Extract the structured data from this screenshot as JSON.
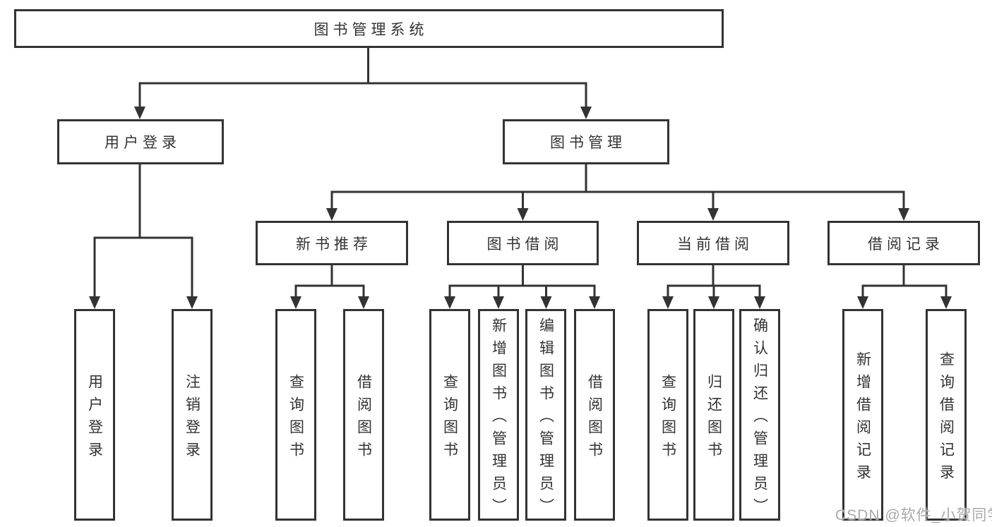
{
  "diagram": {
    "root": {
      "label": "图书管理系统"
    },
    "branches": {
      "user_login": {
        "label": "用户登录",
        "children": [
          {
            "label": "用户登录"
          },
          {
            "label": "注销登录"
          }
        ]
      },
      "book_mgmt": {
        "label": "图书管理",
        "children": {
          "new_book": {
            "label": "新书推荐",
            "children": [
              {
                "label": "查询图书"
              },
              {
                "label": "借阅图书"
              }
            ]
          },
          "book_borrow": {
            "label": "图书借阅",
            "children": [
              {
                "label": "查询图书"
              },
              {
                "label": "新增图书（管理员）"
              },
              {
                "label": "编辑图书（管理员）"
              },
              {
                "label": "借阅图书"
              }
            ]
          },
          "current_borrow": {
            "label": "当前借阅",
            "children": [
              {
                "label": "查询图书"
              },
              {
                "label": "归还图书"
              },
              {
                "label": "确认归还（管理员）"
              }
            ]
          },
          "borrow_record": {
            "label": "借阅记录",
            "children": [
              {
                "label": "新增借阅记录"
              },
              {
                "label": "查询借阅记录"
              }
            ]
          }
        }
      }
    },
    "colors": {
      "line": "#333333",
      "text": "#333333",
      "box_background": "#ffffff"
    }
  },
  "watermark": {
    "label": "CSDN @软件_小贺同学"
  }
}
